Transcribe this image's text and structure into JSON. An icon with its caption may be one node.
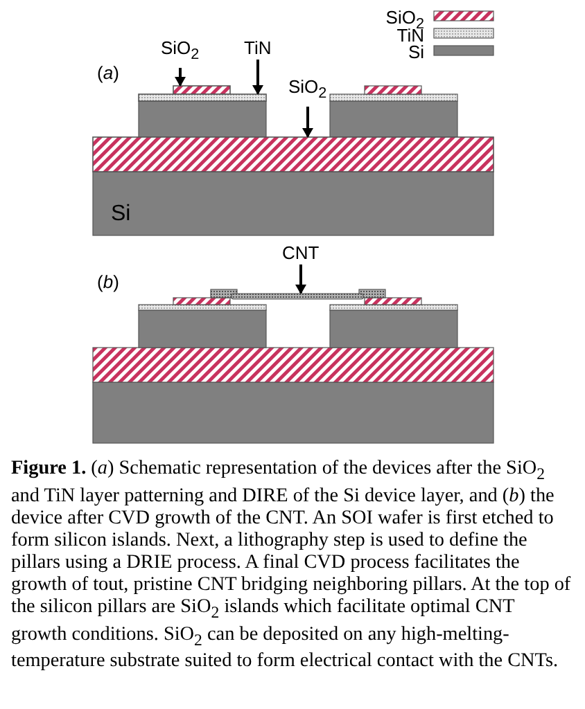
{
  "diagram": {
    "caption": "**Figure 1.** (*a*) Schematic representation of the devices after the SiO$_{2}$ and TiN layer patterning and DIRE of the Si device layer, and (*b*) the device after CVD growth of the CNT. An SOI wafer is first etched to form silicon islands. Next, a lithography step is used to define the pillars using a DRIE process. A final CVD process facilitates the growth of tout, pristine CNT bridging neighboring pillars. At the top of the silicon pillars are SiO$_{2}$ islands which facilitate optimal CNT growth conditions. SiO$_{2}$ can be deposited on any high-melting-temperature substrate suited to form electrical contact with the CNTs.",
    "nodes": [
      {
        "text": [
          "SiO$_{2}$"
        ]
      },
      {
        "text": [
          "TiN"
        ]
      },
      {
        "text": [
          "SiO$_{2}$"
        ]
      },
      {
        "text": [
          "CNT"
        ]
      },
      {
        "text": [],
        "shape": "box"
      },
      {
        "text": [],
        "shape": "box"
      },
      {
        "text": [],
        "shape": "box"
      },
      {
        "text": [],
        "shape": "bar"
      }
    ],
    "edges": [
      {
        "from": 0,
        "to": 4,
        "arrow": "to"
      },
      {
        "from": 1,
        "to": 5,
        "arrow": "to"
      },
      {
        "from": 2,
        "to": 6,
        "arrow": "to"
      },
      {
        "from": 3,
        "to": 7,
        "arrow": "to"
      }
    ],
    "labels": [
      "(*a*)",
      "Si",
      "(*b*)"
    ],
    "legend": [
      {
        "text": "SiO$_{2}$"
      },
      {
        "text": "TiN"
      },
      {
        "text": "Si",
        "color": "#808080"
      }
    ]
  }
}
